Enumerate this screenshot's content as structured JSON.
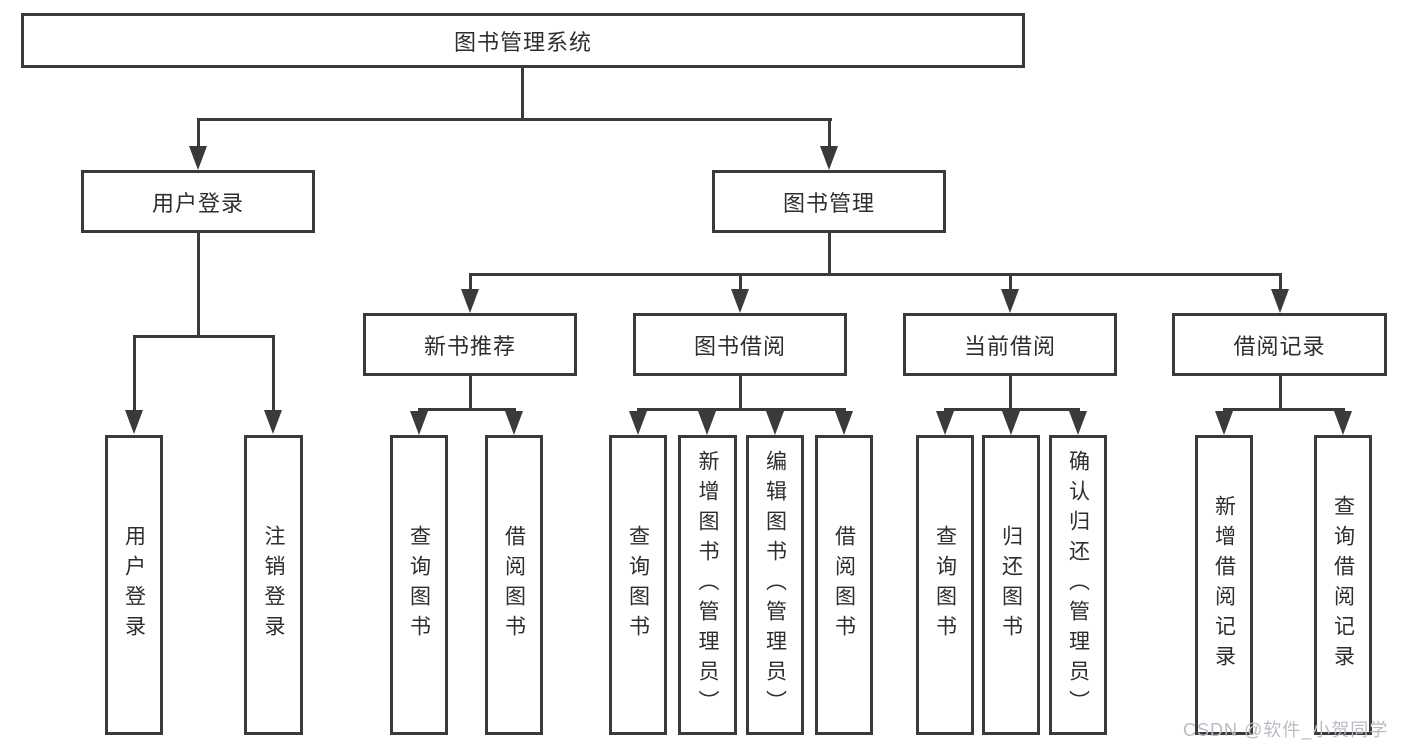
{
  "diagram_title": "图书管理系统",
  "tree": {
    "label": "图书管理系统",
    "children": [
      {
        "label": "用户登录",
        "children": [
          {
            "label": "用户登录"
          },
          {
            "label": "注销登录"
          }
        ]
      },
      {
        "label": "图书管理",
        "children": [
          {
            "label": "新书推荐",
            "children": [
              {
                "label": "查询图书"
              },
              {
                "label": "借阅图书"
              }
            ]
          },
          {
            "label": "图书借阅",
            "children": [
              {
                "label": "查询图书"
              },
              {
                "label": "新增图书（管理员）"
              },
              {
                "label": "编辑图书（管理员）"
              },
              {
                "label": "借阅图书"
              }
            ]
          },
          {
            "label": "当前借阅",
            "children": [
              {
                "label": "查询图书"
              },
              {
                "label": "归还图书"
              },
              {
                "label": "确认归还（管理员）"
              }
            ]
          },
          {
            "label": "借阅记录",
            "children": [
              {
                "label": "新增借阅记录"
              },
              {
                "label": "查询借阅记录"
              }
            ]
          }
        ]
      }
    ]
  },
  "watermark": {
    "text": "CSDN @软件_小贺同学"
  },
  "colors": {
    "line": "#3a3a3a",
    "text": "#2e2e2e",
    "background": "#ffffff",
    "watermark": "#b9bdc3"
  }
}
